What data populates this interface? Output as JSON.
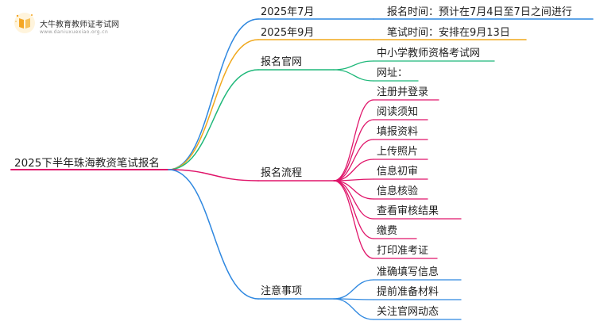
{
  "brand": {
    "name": "大牛教育教师证考试网",
    "url": "www.daniuxuexiao.org.cn",
    "logo_icon": "book-icon",
    "logo_color": "#f5a623"
  },
  "colors": {
    "blue": "#2f88e0",
    "orange": "#f0a81c",
    "green": "#1fb87a",
    "magenta": "#e0156a"
  },
  "root": "2025下半年珠海教资笔试报名",
  "branches": [
    {
      "key": "july",
      "label": "2025年7月",
      "color": "blue",
      "children": [
        "报名时间：预计在7月4日至7日之间进行"
      ]
    },
    {
      "key": "sept",
      "label": "2025年9月",
      "color": "orange",
      "children": [
        "笔试时间：安排在9月13日"
      ]
    },
    {
      "key": "site",
      "label": "报名官网",
      "color": "green",
      "children": [
        "中小学教师资格考试网",
        "网址："
      ]
    },
    {
      "key": "flow",
      "label": "报名流程",
      "color": "magenta",
      "children": [
        "注册并登录",
        "阅读须知",
        "填报资料",
        "上传照片",
        "信息初审",
        "信息核验",
        "查看审核结果",
        "缴费",
        "打印准考证"
      ]
    },
    {
      "key": "notes",
      "label": "注意事项",
      "color": "blue",
      "children": [
        "准确填写信息",
        "提前准备材料",
        "关注官网动态"
      ]
    }
  ]
}
